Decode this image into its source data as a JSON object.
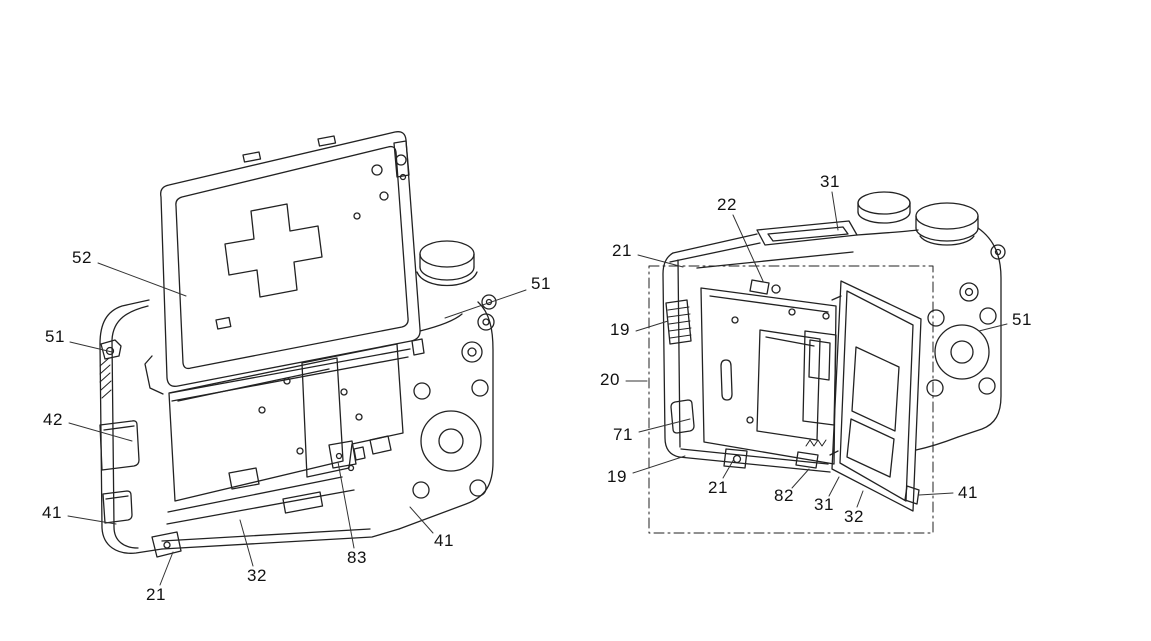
{
  "page": {
    "background": "#ffffff",
    "line_color": "#222222",
    "label_color": "#111111"
  },
  "labels": {
    "left_view": [
      {
        "text": "52"
      },
      {
        "text": "51"
      },
      {
        "text": "51"
      },
      {
        "text": "42"
      },
      {
        "text": "41"
      },
      {
        "text": "21"
      },
      {
        "text": "32"
      },
      {
        "text": "83"
      },
      {
        "text": "41"
      }
    ],
    "right_view": [
      {
        "text": "31"
      },
      {
        "text": "22"
      },
      {
        "text": "21"
      },
      {
        "text": "19"
      },
      {
        "text": "20"
      },
      {
        "text": "71"
      },
      {
        "text": "19"
      },
      {
        "text": "21"
      },
      {
        "text": "82"
      },
      {
        "text": "31"
      },
      {
        "text": "32"
      },
      {
        "text": "41"
      },
      {
        "text": "51"
      }
    ]
  }
}
